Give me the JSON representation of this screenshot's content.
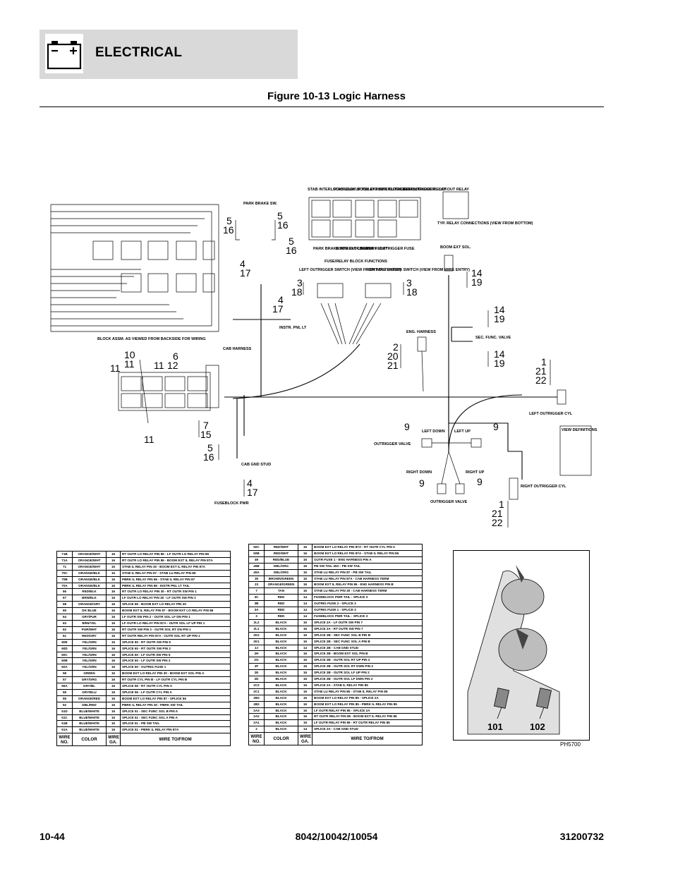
{
  "header": {
    "title": "ELECTRICAL"
  },
  "figure": {
    "title": "Figure 10-13 Logic Harness"
  },
  "footer": {
    "page": "10-44",
    "models": "8042/10042/10054",
    "doc_number": "31200732"
  },
  "photo": {
    "ref": "PH5700",
    "callouts": [
      "101",
      "102"
    ]
  },
  "diagram_labels": {
    "park_brake": "PARK BRAKE SW.",
    "fuse_relay": "FUSE/RELAY BLOCK FUNCTIONS",
    "relay_top": [
      "STAB INTERLOCK RELAY",
      "STAB LOCKUP RELAY",
      "BOOM EXT INTERLOCK RELAY",
      "RIGHT OUTRIGGER LOCKOUT RELAY",
      "LEFT OUTRIGGER LOCKOUT RELAY"
    ],
    "relay_bottom": [
      "PARK BRAKE INTERLOCK RELAY",
      "BOOM EXT LOCKUP RELAY",
      "BLANK",
      "OUTRIGGER FUSE"
    ],
    "typ_relay": "TYP. RELAY CONNECTIONS (VIEW FROM BOTTOM)",
    "boom_ext_sol": "BOOM EXT SOL.",
    "left_outrigger_switch": "LEFT OUTRIGGER SWITCH (VIEW FROM WIRE ENTRY)",
    "right_outrigger_switch": "RIGHT OUTRIGGER SWITCH (VIEW FROM WIRE ENTRY)",
    "instr_pnl_lt": "INSTR. PNL LT",
    "block_assm": "BLOCK ASSM. AS VIEWED FROM BACKSIDE FOR WIRING",
    "cab_harness": "CAB HARNESS",
    "eng_harness": "ENG. HARNESS",
    "sec_func_valve": "SEC. FUNC. VALVE",
    "left_outrigger_cyl": "LEFT OUTRIGGER CYL",
    "left_down": "LEFT DOWN",
    "left_up": "LEFT UP",
    "outrigger_valve": "OUTRIGGER VALVE",
    "right_down": "RIGHT DOWN",
    "right_up": "RIGHT UP",
    "outrigger_valve2": "OUTRIGGER VALVE",
    "right_outrigger_cyl": "RIGHT OUTRIGGER CYL",
    "cab_gnd_stud": "CAB GND STUD",
    "fuseblock_pwr": "FUSEBLOCK PWR",
    "view_definitions": "VIEW DEFINITIONS"
  },
  "callouts": [
    {
      "text": "5"
    },
    {
      "text": "16"
    },
    {
      "text": "5"
    },
    {
      "text": "16"
    },
    {
      "text": "5"
    },
    {
      "text": "16"
    },
    {
      "text": "4"
    },
    {
      "text": "17"
    },
    {
      "text": "14"
    },
    {
      "text": "19"
    },
    {
      "text": "3"
    },
    {
      "text": "18"
    },
    {
      "text": "3"
    },
    {
      "text": "18"
    },
    {
      "text": "4"
    },
    {
      "text": "17"
    },
    {
      "text": "14"
    },
    {
      "text": "19"
    },
    {
      "text": "2"
    },
    {
      "text": "20"
    },
    {
      "text": "21"
    },
    {
      "text": "14"
    },
    {
      "text": "19"
    },
    {
      "text": "10"
    },
    {
      "text": "11"
    },
    {
      "text": "6"
    },
    {
      "text": "12"
    },
    {
      "text": "11"
    },
    {
      "text": "11"
    },
    {
      "text": "1"
    },
    {
      "text": "21"
    },
    {
      "text": "22"
    },
    {
      "text": "7"
    },
    {
      "text": "15"
    },
    {
      "text": "11"
    },
    {
      "text": "9"
    },
    {
      "text": "9"
    },
    {
      "text": "5"
    },
    {
      "text": "16"
    },
    {
      "text": "9"
    },
    {
      "text": "9"
    },
    {
      "text": "4"
    },
    {
      "text": "17"
    },
    {
      "text": "1"
    },
    {
      "text": "21"
    },
    {
      "text": "22"
    }
  ],
  "table_headers": {
    "wire_no": "WIRE NO.",
    "color": "COLOR",
    "wire_ga": "WIRE GA.",
    "wire_to_from": "WIRE TO/FROM"
  },
  "table_left": [
    [
      "71B",
      "ORANGE/WHT",
      "16",
      "RT OUTR LO RELAY PIN 86 - LF OUTR LO RELAY PIN 86"
    ],
    [
      "71A",
      "ORANGE/WHT",
      "16",
      "RT OUTR LO RELAY PIN 86 - BOOM EXT IL RELAY PIN 87A"
    ],
    [
      "71",
      "ORANGE/WHT",
      "16",
      "STAB IL RELAY PIN 30 - BOOM EXT IL RELAY PIN 87A"
    ],
    [
      "70C",
      "ORANGE/BLK",
      "16",
      "STAB IL RELAY PIN 87 - STAB LU RELAY PIN 86"
    ],
    [
      "70B",
      "ORANGE/BLK",
      "16",
      "PBRK IL RELAY PIN 86 - STAB IL RELAY PIN 87"
    ],
    [
      "70A",
      "ORANGE/BLK",
      "16",
      "PBRK IL RELAY PIN 86 - INSTR PNL LT TAIL"
    ],
    [
      "66",
      "RED/BLK",
      "16",
      "RT OUTR LO RELAY PIN 30 - RT OUTR SW PIN 1"
    ],
    [
      "67",
      "BRN/BLK",
      "16",
      "LF OUTR LO RELAY PIN 30 - LF OUTR SW PIN 1"
    ],
    [
      "68",
      "ORANGE/GRY",
      "16",
      "SPLICE 66 - BOOM EXT LO RELAY PIN 30"
    ],
    [
      "65",
      "DK BLUE",
      "16",
      "BOOM EXT IL RELAY PIN 87 - BOOM EXT LO RELAY PIN 86"
    ],
    [
      "64",
      "GRY/PUR",
      "16",
      "LF OUTR SW PIN 2 - OUTR SOL LF DN PIN 1"
    ],
    [
      "63",
      "BRN/YEL",
      "16",
      "LF OUTR LO RELAY PIN 87A - OUTR SOL LF UP PIN 1"
    ],
    [
      "62",
      "PUR/WHT",
      "16",
      "RT OUTR SW PIN 3 - OUTR SOL RT DN PIN 1"
    ],
    [
      "61",
      "RED/GRY",
      "16",
      "RT OUTR RELAY PIN 87A - OUTR SOL RT UP PIN 1"
    ],
    [
      "60E",
      "YEL/GRN",
      "16",
      "SPLICE 60 - RT OUTR SW PIN 5"
    ],
    [
      "60D",
      "YEL/GRN",
      "16",
      "SPLICE 60 - RT OUTR SW PIN 2"
    ],
    [
      "60C",
      "YEL/GRN",
      "16",
      "SPLICE 60 - LF OUTR SW PIN 5"
    ],
    [
      "60B",
      "YEL/GRN",
      "16",
      "SPLICE 60 - LF OUTR SW PIN 2"
    ],
    [
      "60A",
      "YEL/GRN",
      "16",
      "SPLICE 60 - OUTRIG FUSE 1"
    ],
    [
      "58",
      "GREEN",
      "16",
      "BOOM EXT LO RELAY PIN 30 - BOOM EXT SOL PIN A"
    ],
    [
      "57",
      "GRY/ORG",
      "16",
      "RT OUTR CYL PIN B - LF OUTR CYL PIN B"
    ],
    [
      "56A",
      "GRY/BL",
      "16",
      "SPLICE 56 - RT OUTR CYL PIN A"
    ],
    [
      "56",
      "GRY/BLU",
      "16",
      "SPLICE 56 - LF OUTR CYL PIN A"
    ],
    [
      "55",
      "ORANGE/RED",
      "16",
      "BOOM EXT LO RELAY PIN 87 - SPLICE 56"
    ],
    [
      "52",
      "DBL/RED",
      "16",
      "PBRK IL RELAY PIN 30 - PBRK SW TAIL"
    ],
    [
      "51D",
      "BLUE/WHITE",
      "16",
      "SPLICE 51 - SEC FUNC SOL B PIN A"
    ],
    [
      "51C",
      "BLUE/WHITE",
      "16",
      "SPLICE 51 - SEC FUNC SOL A PIN A"
    ],
    [
      "51B",
      "BLUE/WHITE",
      "16",
      "SPLICE 51 - PB SW TAIL"
    ],
    [
      "51A",
      "BLUE/WHITE",
      "16",
      "SPLICE 51 - PBRK IL RELAY PIN 87A"
    ]
  ],
  "table_right": [
    [
      "50C",
      "RED/WHT",
      "16",
      "BOOM EXT LO RELAY PIN 87A - RT OUTR CYL PIN A"
    ],
    [
      "50B",
      "RED/WHT",
      "16",
      "BOOM EXT LO RELAY PIN 87A - STAB IL RELAY PIN 86"
    ],
    [
      "49",
      "RED/BLUE",
      "16",
      "OUTR FUSE 1 - ENG HARNESS PIN A"
    ],
    [
      "45B",
      "DBL/ORG",
      "16",
      "PB SW TAIL 45A - PB SW TAIL"
    ],
    [
      "45A",
      "DBL/ORG",
      "16",
      "STAB LU RELAY PIN 87 - PB SW TAIL"
    ],
    [
      "35",
      "BROWN/GREEN",
      "16",
      "STAB LU RELAY PIN 87A - CAB HARNESS TERM"
    ],
    [
      "23",
      "ORANGE/GREEN",
      "16",
      "BOOM EXT IL RELAY PIN 86 - ENG HARNESS PIN B"
    ],
    [
      "7",
      "TAN",
      "16",
      "STAB LU RELAY PIN 30 - CAB HARNESS TERM"
    ],
    [
      "3C",
      "RED",
      "14",
      "FUSEBLOCK PWR TAIL - SPLICE 3"
    ],
    [
      "3B",
      "RED",
      "14",
      "OUTRIG FUSE 2 - SPLICE 3"
    ],
    [
      "3A",
      "RED",
      "14",
      "OUTRIG FUSE 1 - SPLICE 3"
    ],
    [
      "3",
      "RED",
      "14",
      "FUSEBLOCK PWR TAIL - SPLICE 3"
    ],
    [
      "2L2",
      "BLACK",
      "16",
      "SPLICE 2A - LF OUTR SW PIN 7"
    ],
    [
      "2L1",
      "BLACK",
      "16",
      "SPLICE 2A - RT OUTR SW PIN 7"
    ],
    [
      "2K2",
      "BLACK",
      "16",
      "SPLICE 2B - SEC FUNC SOL B PIN B"
    ],
    [
      "2K1",
      "BLACK",
      "16",
      "SPLICE 2B - SEC FUNC SOL A PIN B"
    ],
    [
      "2J",
      "BLACK",
      "14",
      "SPLICE 2B - CAB GND STUD"
    ],
    [
      "2H",
      "BLACK",
      "16",
      "SPLICE 2B - BOOM EXT SOL PIN B"
    ],
    [
      "2G",
      "BLACK",
      "16",
      "SPLICE 2B - OUTR SOL RT UP PIN 2"
    ],
    [
      "2F",
      "BLACK",
      "16",
      "SPLICE 2B - OUTR SOL RT DWN PIN 2"
    ],
    [
      "2E",
      "BLACK",
      "16",
      "SPLICE 2B - OUTR SOL LF UP PIN 2"
    ],
    [
      "2D",
      "BLACK",
      "16",
      "SPLICE 2B - OUTR SOL LF DWN PIN 2"
    ],
    [
      "2C2",
      "BLACK",
      "16",
      "SPLICE 2A - STAB IL RELAY PIN 85"
    ],
    [
      "2C1",
      "BLACK",
      "16",
      "STAB LU RELAY PIN 85 - STAB IL RELAY PIN 85"
    ],
    [
      "2B3",
      "BLACK",
      "16",
      "BOOM EXT LO RELAY PIN 85 - SPLICE 2A"
    ],
    [
      "2B2",
      "BLACK",
      "16",
      "BOOM EXT LO RELAY PIN 85 - PBRK IL RELAY PIN 85"
    ],
    [
      "2A3",
      "BLACK",
      "16",
      "LF OUTR RELAY PIN 85 - SPLICE 2A"
    ],
    [
      "2A2",
      "BLACK",
      "16",
      "RT OUTR RELAY PIN 86 - BOOM EXT IL RELAY PIN 85"
    ],
    [
      "2A1",
      "BLACK",
      "16",
      "LF OUTR RELAY PIN 86 - RT OUTR RELAY PIN 85"
    ],
    [
      "2",
      "BLACK",
      "14",
      "SPLICE 2A - CAB GND STUD"
    ]
  ]
}
